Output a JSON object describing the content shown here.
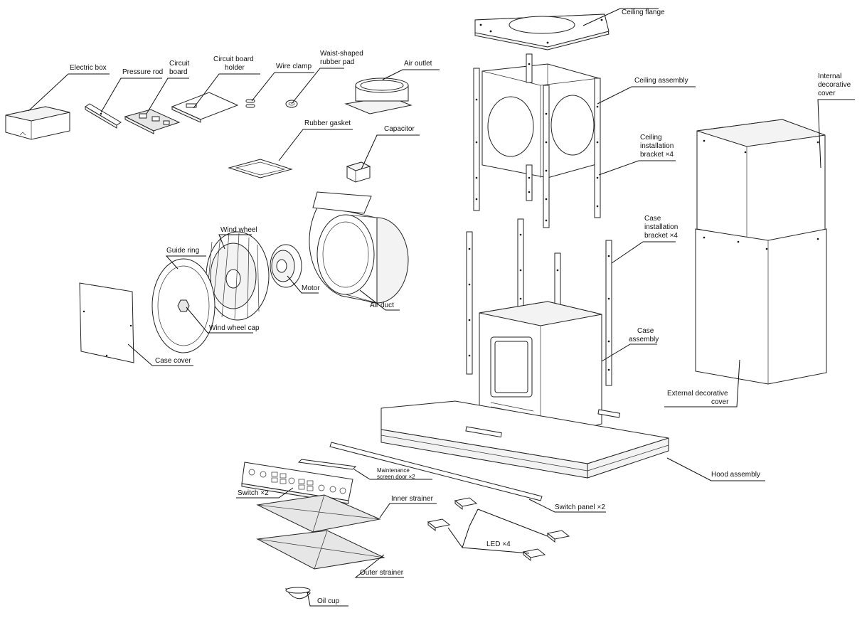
{
  "labels": {
    "ceiling_flange": "Ceiling flange",
    "electric_box": "Electric box",
    "pressure_rod": "Pressure rod",
    "circuit_board_1": "Circuit",
    "circuit_board_2": "board",
    "circuit_board_holder_1": "Circuit board",
    "circuit_board_holder_2": "holder",
    "wire_clamp": "Wire clamp",
    "waist_pad_1": "Waist-shaped",
    "waist_pad_2": "rubber pad",
    "air_outlet": "Air outlet",
    "ceiling_assembly": "Ceiling assembly",
    "internal_cover_1": "Internal",
    "internal_cover_2": "decorative",
    "internal_cover_3": "cover",
    "rubber_gasket": "Rubber gasket",
    "capacitor": "Capacitor",
    "ceiling_bracket_1": "Ceiling",
    "ceiling_bracket_2": "installation",
    "ceiling_bracket_3": "bracket ×4",
    "case_bracket_1": "Case",
    "case_bracket_2": "installation",
    "case_bracket_3": "bracket ×4",
    "wind_wheel": "Wind wheel",
    "guide_ring": "Guide ring",
    "motor": "Motor",
    "air_duct": "Air duct",
    "wind_wheel_cap": "Wind wheel cap",
    "case_cover": "Case cover",
    "case_assembly_1": "Case",
    "case_assembly_2": "assembly",
    "external_cover_1": "External decorative",
    "external_cover_2": "cover",
    "maintenance_door_1": "Maintenance",
    "maintenance_door_2": "screen door ×2",
    "hood_assembly": "Hood assembly",
    "switch": "Switch ×2",
    "inner_strainer": "Inner strainer",
    "switch_panel": "Switch panel ×2",
    "led": "LED ×4",
    "outer_strainer": "Outer strainer",
    "oil_cup": "Oil cup"
  },
  "colors": {
    "line": "#111111",
    "background": "#ffffff"
  }
}
